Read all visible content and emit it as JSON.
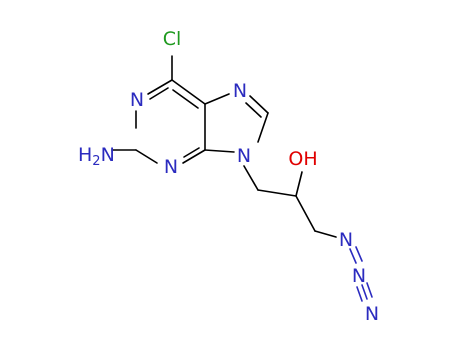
{
  "colors": {
    "bond": "#000000",
    "nitrogen": "#2b2bbf",
    "chlorine": "#1f9a1f",
    "oxygen": "#e00000",
    "background": "#ffffff"
  },
  "atoms": {
    "cl": {
      "label": "Cl",
      "color": "chlorine"
    },
    "n1": {
      "label": "N",
      "color": "nitrogen"
    },
    "n3": {
      "label": "N",
      "color": "nitrogen"
    },
    "n7": {
      "label": "N",
      "color": "nitrogen"
    },
    "n9": {
      "label": "N",
      "color": "nitrogen"
    },
    "nh2": {
      "label": "H",
      "sub": "2",
      "tail": "N",
      "color": "nitrogen"
    },
    "oh": {
      "label": "OH",
      "color": "oxygen"
    },
    "az1": {
      "label": "N",
      "color": "nitrogen"
    },
    "az2": {
      "label": "N",
      "color": "nitrogen"
    },
    "az3": {
      "label": "N",
      "color": "nitrogen"
    }
  }
}
